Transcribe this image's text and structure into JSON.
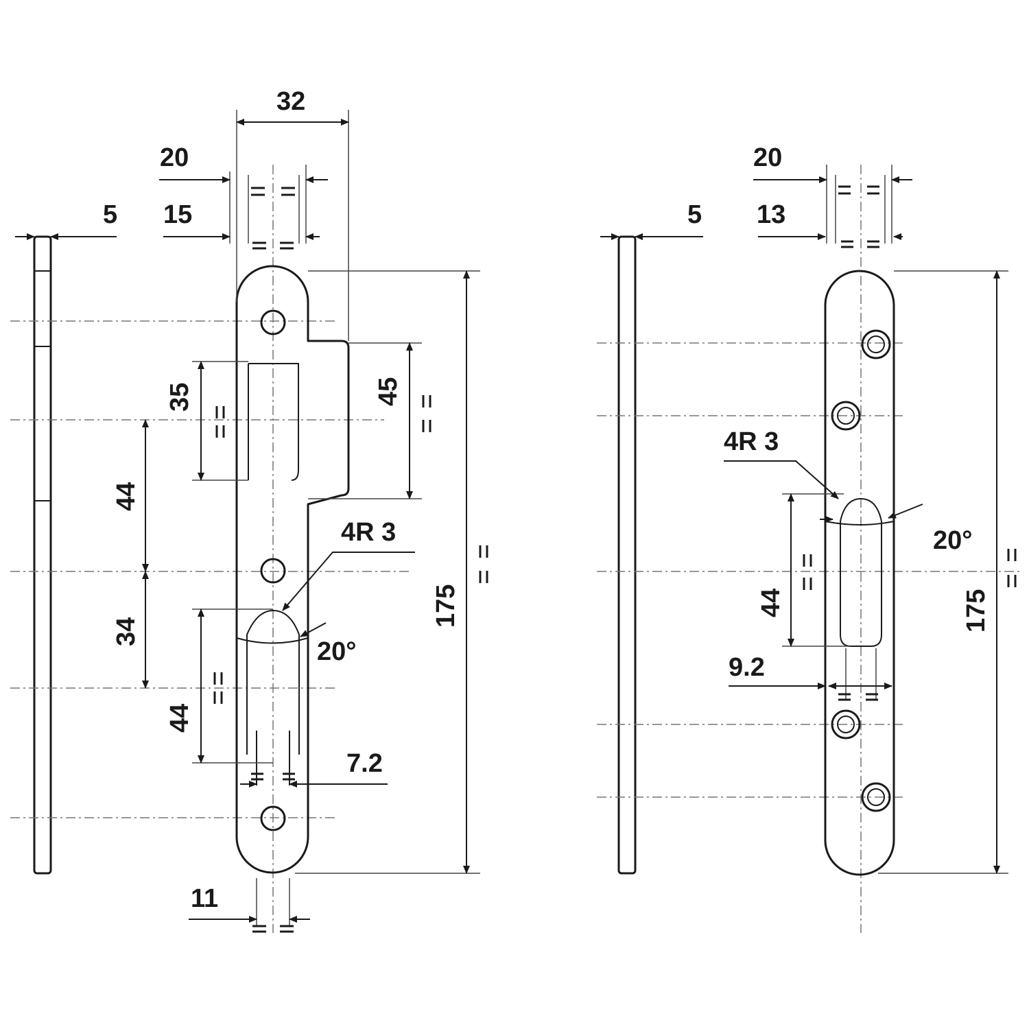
{
  "left_view": {
    "dim_32": "32",
    "dim_20": "20",
    "dim_5": "5",
    "dim_15": "15",
    "dim_35": "35",
    "dim_45": "45",
    "dim_44_upper": "44",
    "dim_34": "34",
    "dim_44_lower": "44",
    "dim_4r3": "4R 3",
    "dim_20deg": "20°",
    "dim_175": "175",
    "dim_7_2": "7.2",
    "dim_11": "11"
  },
  "right_view": {
    "dim_20": "20",
    "dim_5": "5",
    "dim_13": "13",
    "dim_4r3": "4R 3",
    "dim_20deg": "20°",
    "dim_44": "44",
    "dim_175": "175",
    "dim_9_2": "9.2"
  },
  "colors": {
    "line": "#1a1a1a",
    "centerline": "#777777"
  }
}
